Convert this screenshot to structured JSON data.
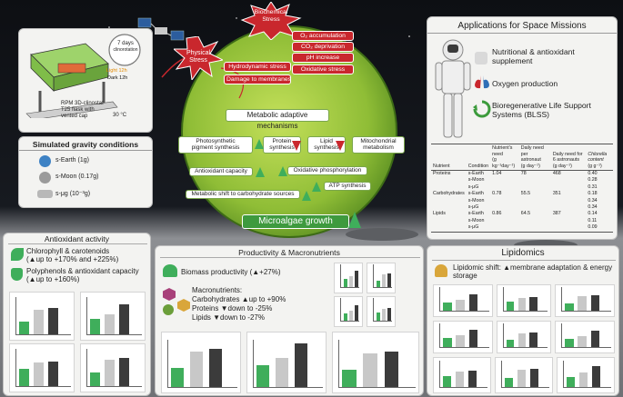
{
  "experiment": {
    "days_label": "7 days",
    "clinostat_label": "clinorotation",
    "light": "Light 12h",
    "dark": "Dark 12h",
    "device": "RPM 3D-clinostat",
    "flask": "T25 flask with",
    "cap": "vented cap",
    "temperature": "30 °C"
  },
  "gravity": {
    "title": "Simulated gravity conditions",
    "items": [
      "s-Earth (1g)",
      "s-Moon (0.17g)",
      "s-μg (10⁻³g)"
    ]
  },
  "stresses": {
    "physical": [
      "Physical",
      "Stress"
    ],
    "biochemical": [
      "Biochemical",
      "Stress"
    ],
    "biochemical_items": [
      "O₂ accumulation",
      "CO₂ deprivation",
      "pH increase",
      "Oxidative stress"
    ],
    "physical_items": [
      "Hydrodynamic stress",
      "Damage to membranes"
    ]
  },
  "mechanisms": {
    "title": "Metabolic adaptive mechanisms",
    "photo": [
      "Photosynthetic",
      "pigment synthesis"
    ],
    "protein": [
      "Protein",
      "synthesis"
    ],
    "lipid": [
      "Lipid",
      "synthesis"
    ],
    "mito": [
      "Mitochondrial",
      "metabolism"
    ],
    "antioxidant": "Antioxidant capacity",
    "oxphos": "Oxidative phosphorylation",
    "atp": "ATP synthesis",
    "shift": "Metabolic shift to carbohydrate sources",
    "growth": "Microalgae growth"
  },
  "applications": {
    "title": "Applications for Space Missions",
    "items": [
      "Nutritional & antioxidant supplement",
      "Oxygen production",
      "Bioregenerative Life Support Systems (BLSS)"
    ],
    "table": {
      "headers": [
        "Nutrient",
        "Condition",
        "Nutrient's need",
        "Daily need per astronaut",
        "Daily need for 6 astronauts",
        "Chlorella content"
      ],
      "units": [
        "",
        "",
        "(g kg⁻¹day⁻¹)",
        "(g day⁻¹)",
        "(g day⁻¹)",
        "(g g⁻¹)"
      ],
      "rows": [
        [
          "Proteins",
          "s-Earth",
          "1.04",
          "78",
          "468",
          "0.40"
        ],
        [
          "",
          "s-Moon",
          "",
          "",
          "",
          "0.28"
        ],
        [
          "",
          "s-μG",
          "",
          "",
          "",
          "0.31"
        ],
        [
          "Carbohydrates",
          "s-Earth",
          "0.78",
          "55.5",
          "351",
          "0.18"
        ],
        [
          "",
          "s-Moon",
          "",
          "",
          "",
          "0.34"
        ],
        [
          "",
          "s-μG",
          "",
          "",
          "",
          "0.34"
        ],
        [
          "Lipids",
          "s-Earth",
          "0.86",
          "64.5",
          "387",
          "0.14"
        ],
        [
          "",
          "s-Moon",
          "",
          "",
          "",
          "0.11"
        ],
        [
          "",
          "s-μG",
          "",
          "",
          "",
          "0.09"
        ]
      ]
    }
  },
  "antioxidant": {
    "title": "Antioxidant activity",
    "line1": "Chlorophyll & carotenoids",
    "line1b": "(▲up to +170% and +225%)",
    "line2": "Polyphenols & antioxidant capacity",
    "line2b": "(▲up to +160%)"
  },
  "productivity": {
    "title": "Productivity & Macronutrients",
    "biomass": "Biomass productivity (▲+27%)",
    "macro": "Macronutrients:",
    "carbs": "Carbohydrates ▲up to +90%",
    "proteins": "Proteins ▼down to -25%",
    "lipids": "Lipids ▼down to -27%"
  },
  "lipidomics": {
    "title": "Lipidomics",
    "text": "Lipidomic shift: ▲membrane adaptation & energy storage"
  },
  "colors": {
    "green": "#3fae5b",
    "grey": "#c8c8c8",
    "dark": "#3b3b3b",
    "red": "#c9272d"
  }
}
